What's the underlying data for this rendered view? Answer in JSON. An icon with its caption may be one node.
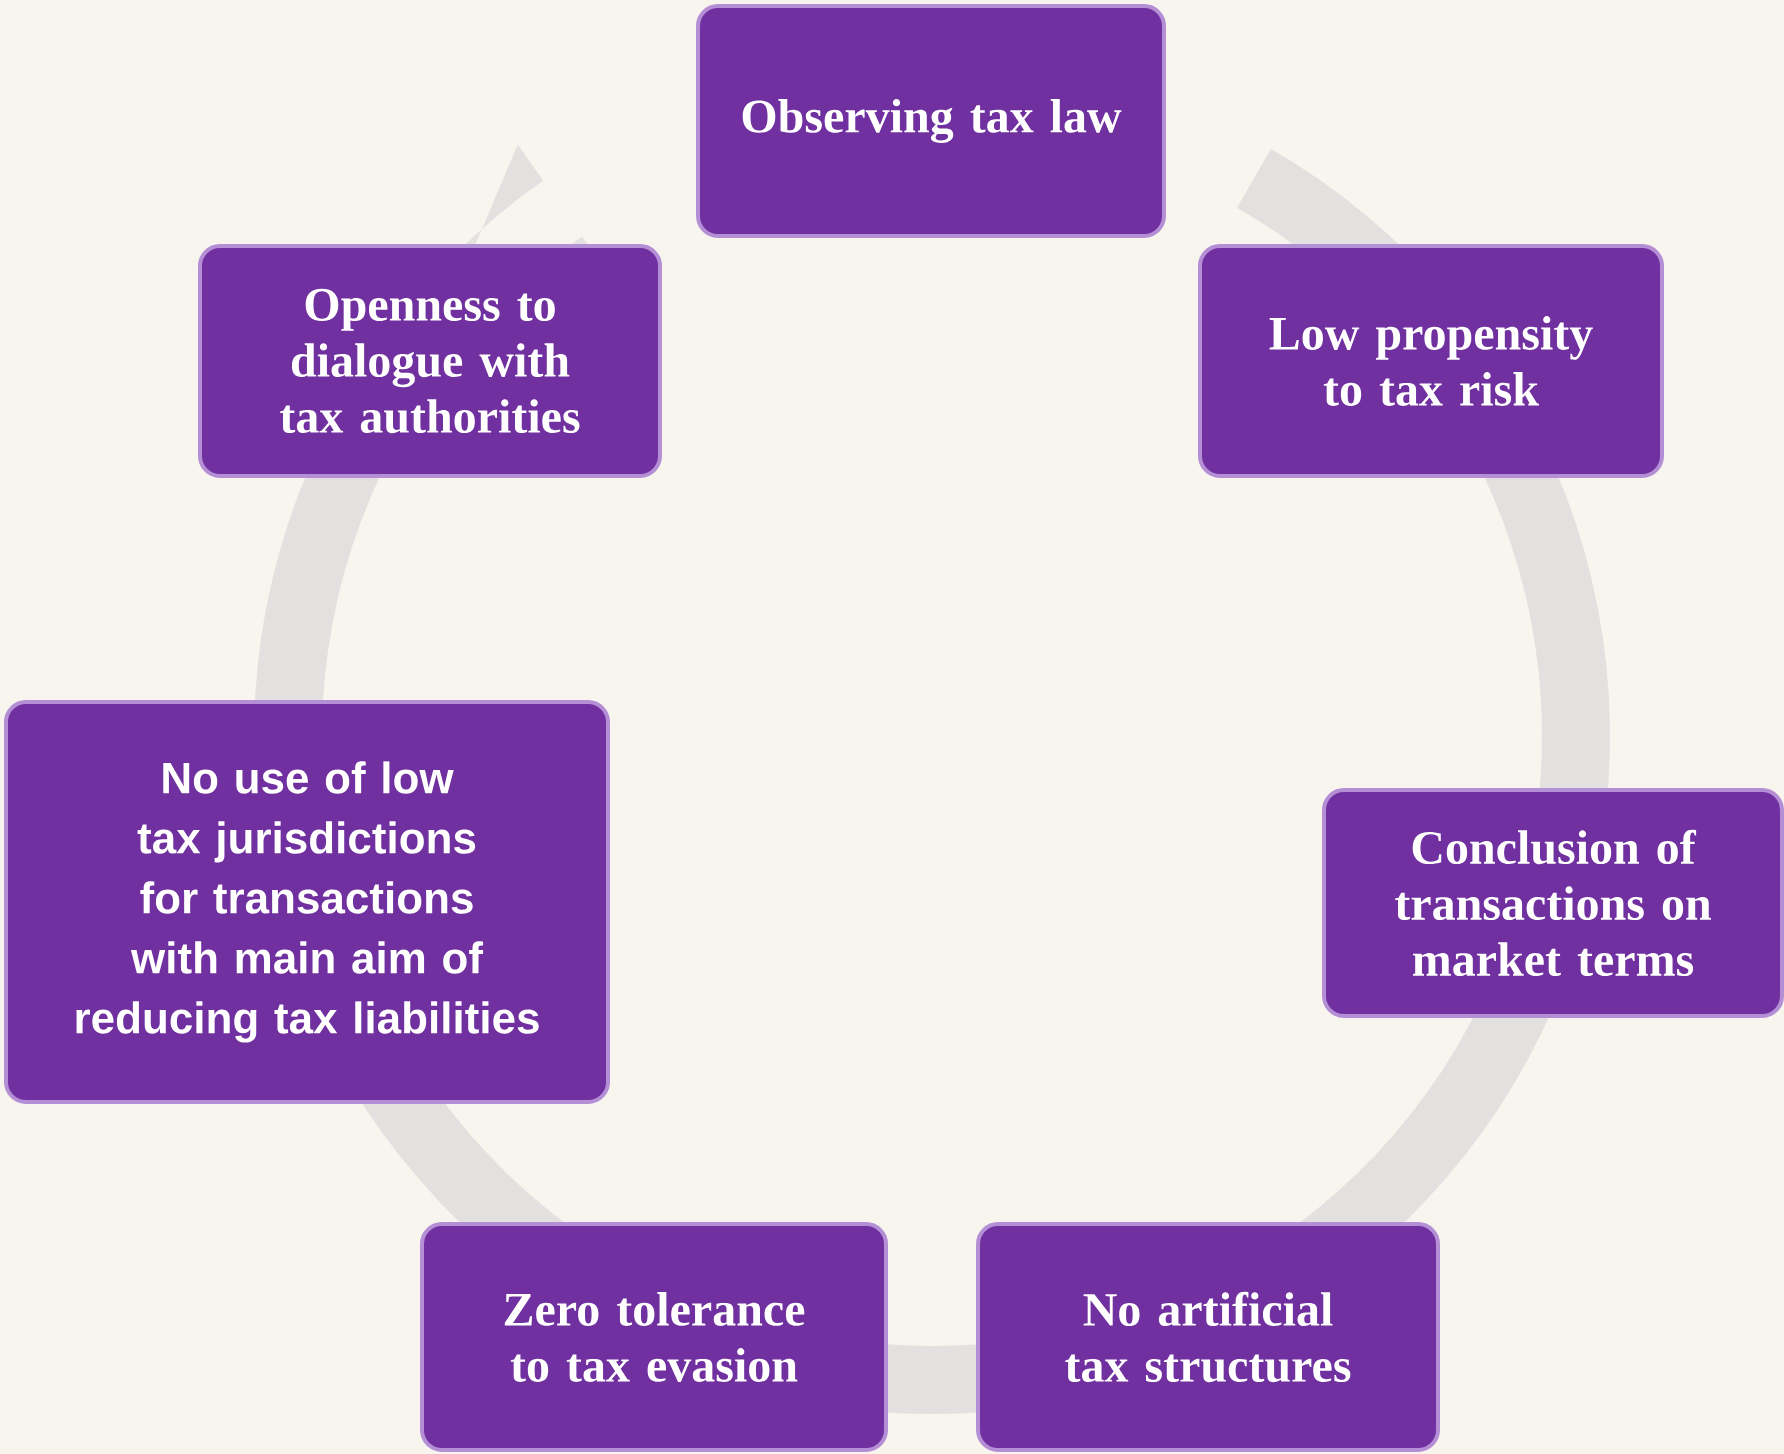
{
  "diagram": {
    "nodes": [
      {
        "text": [
          "Observing tax law"
        ]
      },
      {
        "text": [
          "Low propensity to tax risk"
        ]
      },
      {
        "text": [
          "Conclusion of transactions on market terms"
        ]
      },
      {
        "text": [
          "No artificial tax structures"
        ]
      },
      {
        "text": [
          "Zero tolerance to tax evasion"
        ]
      },
      {
        "text": [
          "No use of low tax jurisdictions for transactions with main aim of reducing tax liabilities"
        ]
      },
      {
        "text": [
          "Openness to dialogue with tax authorities"
        ]
      }
    ]
  }
}
